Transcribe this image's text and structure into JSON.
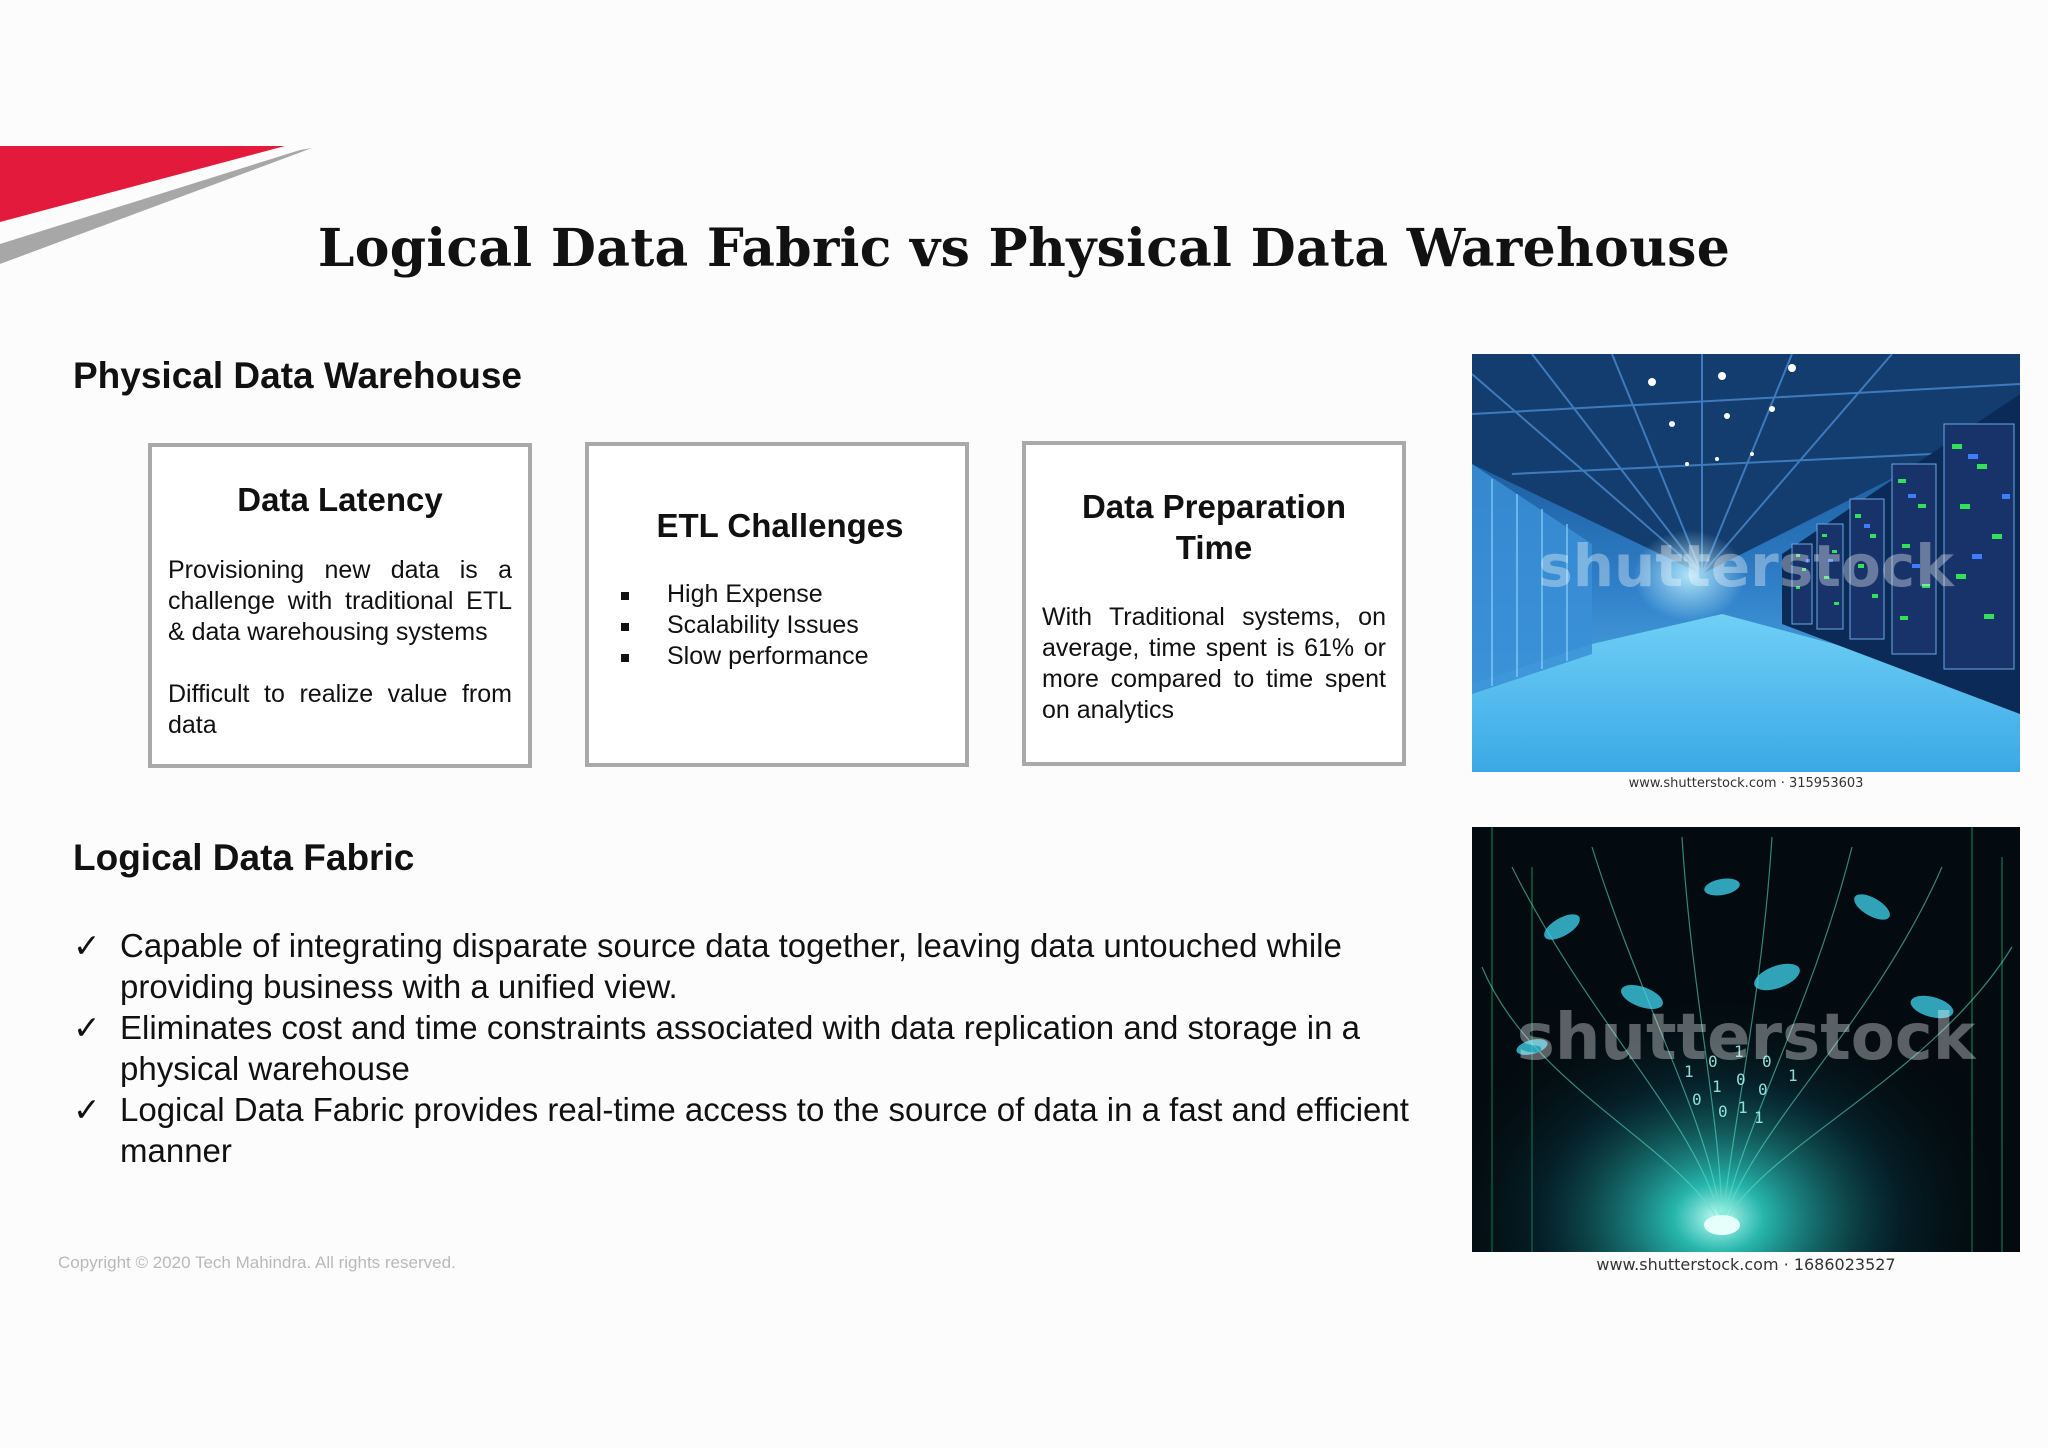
{
  "slide": {
    "title": "Logical Data Fabric vs Physical Data Warehouse",
    "copyright": "Copyright © 2020 Tech Mahindra. All rights reserved."
  },
  "colors": {
    "brand_red": "#e31a3b",
    "stripe_grey": "#a7a7a7",
    "box_border": "#a9a9a9"
  },
  "physical": {
    "heading": "Physical Data Warehouse",
    "cards": [
      {
        "title": "Data Latency",
        "para1": "Provisioning new data is a challenge with traditional ETL & data warehousing systems",
        "para2": "Difficult to realize value from data"
      },
      {
        "title": "ETL Challenges",
        "bullets": [
          "High Expense",
          "Scalability Issues",
          "Slow performance"
        ]
      },
      {
        "title_line1": "Data Preparation",
        "title_line2": "Time",
        "para": "With Traditional systems, on average, time spent is 61% or more compared to time spent on analytics"
      }
    ],
    "image_credit": "www.shutterstock.com · 315953603",
    "image_watermark": "shutterstock"
  },
  "logical": {
    "heading": "Logical Data Fabric",
    "check_icon": "check-mark-icon",
    "points": [
      "Capable of integrating disparate source data together, leaving data untouched while providing business with a unified view.",
      "Eliminates cost and time constraints associated with data replication and storage in a physical warehouse",
      "Logical Data Fabric provides real-time access to the source of data in a fast and efficient manner"
    ],
    "image_credit": "www.shutterstock.com · 1686023527",
    "image_watermark": "shutterstock"
  }
}
